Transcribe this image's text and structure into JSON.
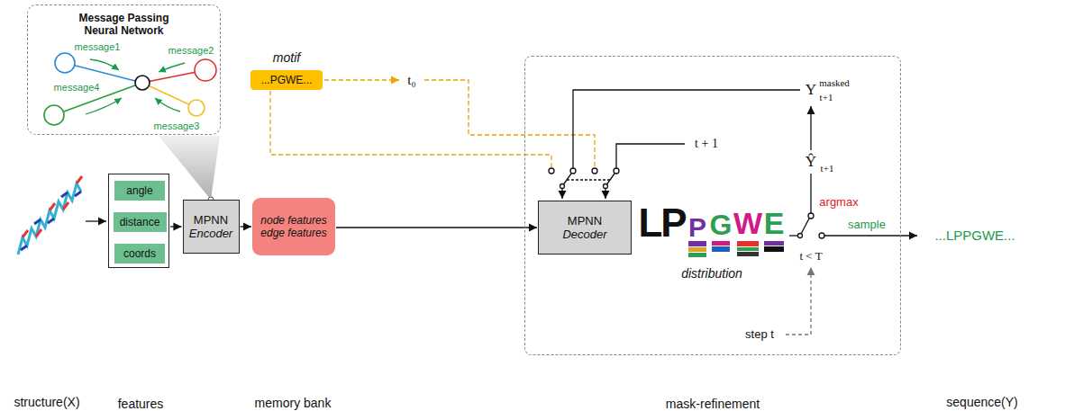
{
  "diagram": {
    "nodes": [
      {
        "text": [
          "Message Passing Neural Network"
        ]
      },
      {
        "text": [
          "features"
        ]
      },
      {
        "text": [
          "angle"
        ],
        "in": 1
      },
      {
        "text": [
          "distance"
        ],
        "in": 1
      },
      {
        "text": [
          "coords"
        ],
        "in": 1
      },
      {
        "text": [
          "MPNN",
          "Encoder"
        ]
      },
      {
        "text": [
          "motif",
          "...PGWE..."
        ]
      },
      {
        "text": [
          "node features",
          "edge features",
          "memory bank"
        ]
      },
      {
        "text": [
          "mask-refinement"
        ]
      },
      {
        "text": [
          "MPNN",
          "Decoder"
        ],
        "in": 8
      }
    ],
    "edges": [
      {
        "from": 1,
        "to": 5,
        "arrow": "to"
      },
      {
        "from": 5,
        "to": 7,
        "arrow": "to"
      },
      {
        "from": 7,
        "to": 9,
        "arrow": "to"
      }
    ],
    "labels": [
      "message1",
      "message2",
      "message3",
      "message4",
      "t₀",
      "Y",
      "masked",
      "t+1",
      "Ŷ",
      "t+1",
      "t + 1",
      "argmax",
      "t < T",
      "sample",
      "step t",
      "L",
      "P",
      "P",
      "G",
      "W",
      "E",
      "distribution",
      "...LPPGWE...",
      "structure(X)",
      "sequence(Y)"
    ]
  }
}
